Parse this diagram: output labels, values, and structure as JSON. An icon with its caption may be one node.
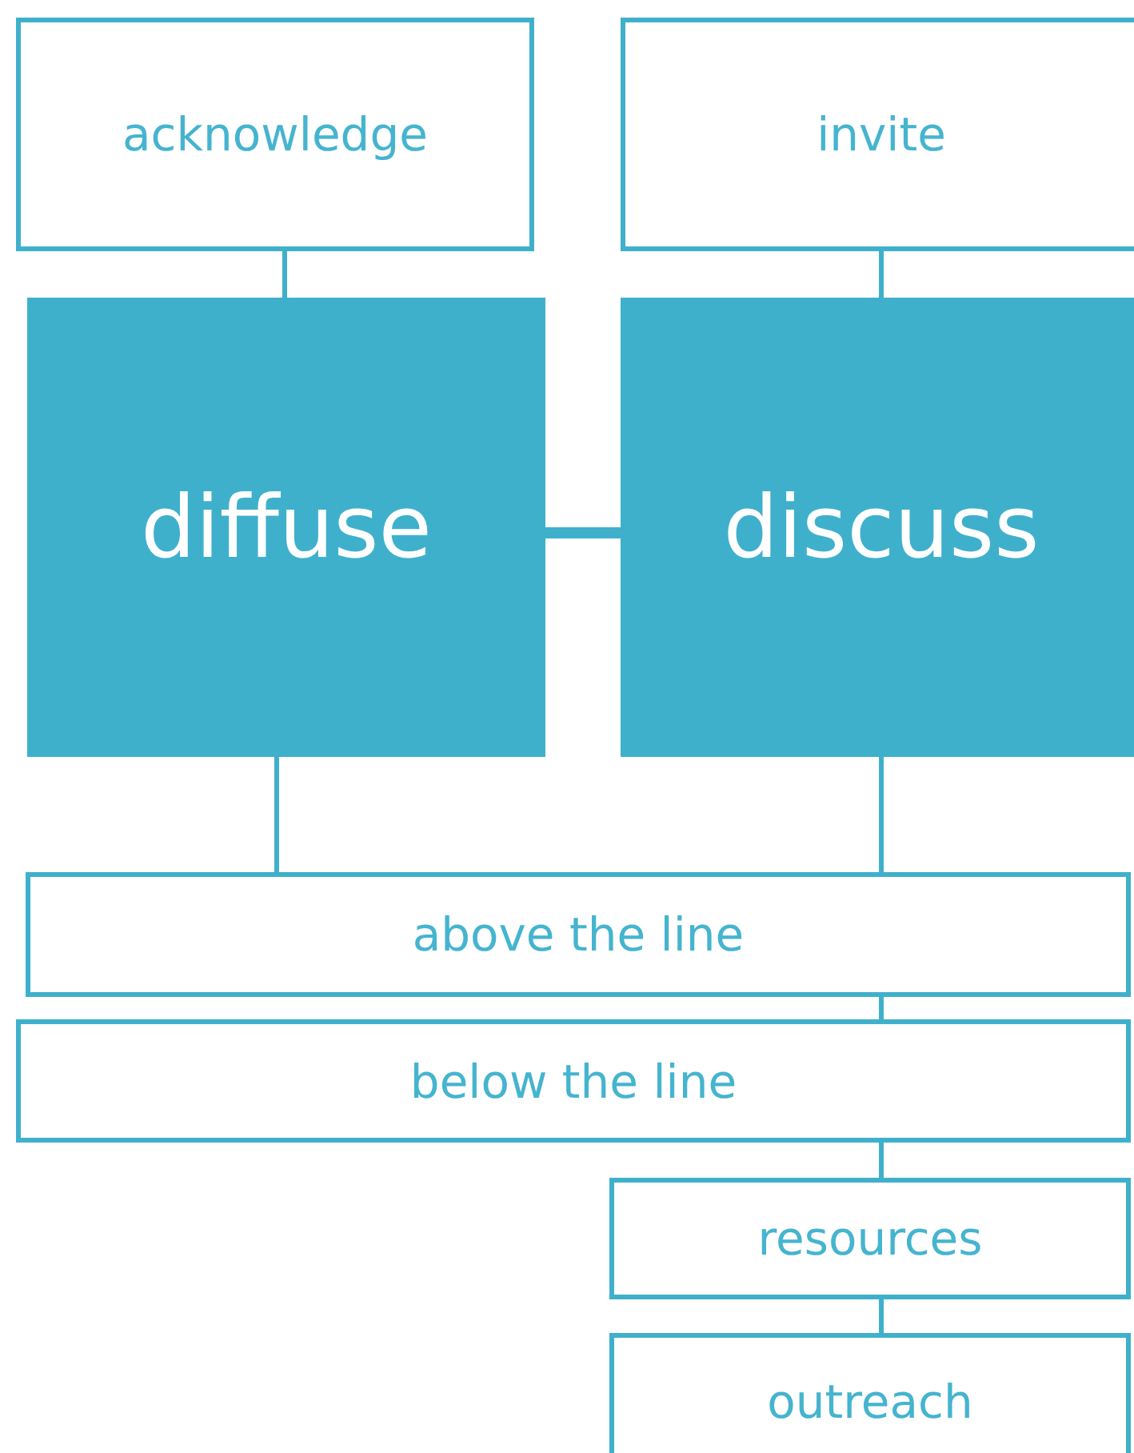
{
  "diagram": {
    "nodes": [
      {
        "text": [
          "acknowledge"
        ]
      },
      {
        "text": [
          "invite"
        ]
      },
      {
        "text": [
          "diffuse"
        ]
      },
      {
        "text": [
          "discuss"
        ]
      },
      {
        "text": [
          "above the line"
        ]
      },
      {
        "text": [
          "below the line"
        ]
      },
      {
        "text": [
          "resources"
        ]
      },
      {
        "text": [
          "outreach"
        ]
      }
    ],
    "edges": [
      {
        "from": 0,
        "to": 2,
        "arrow": "none"
      },
      {
        "from": 1,
        "to": 3,
        "arrow": "none"
      },
      {
        "from": 2,
        "to": 3,
        "arrow": "none",
        "style": "thick"
      },
      {
        "from": 2,
        "to": 4,
        "arrow": "none"
      },
      {
        "from": 3,
        "to": 4,
        "arrow": "none"
      },
      {
        "from": 4,
        "to": 5,
        "arrow": "none"
      },
      {
        "from": 5,
        "to": 6,
        "arrow": "none"
      },
      {
        "from": 6,
        "to": 7,
        "arrow": "none"
      }
    ]
  }
}
